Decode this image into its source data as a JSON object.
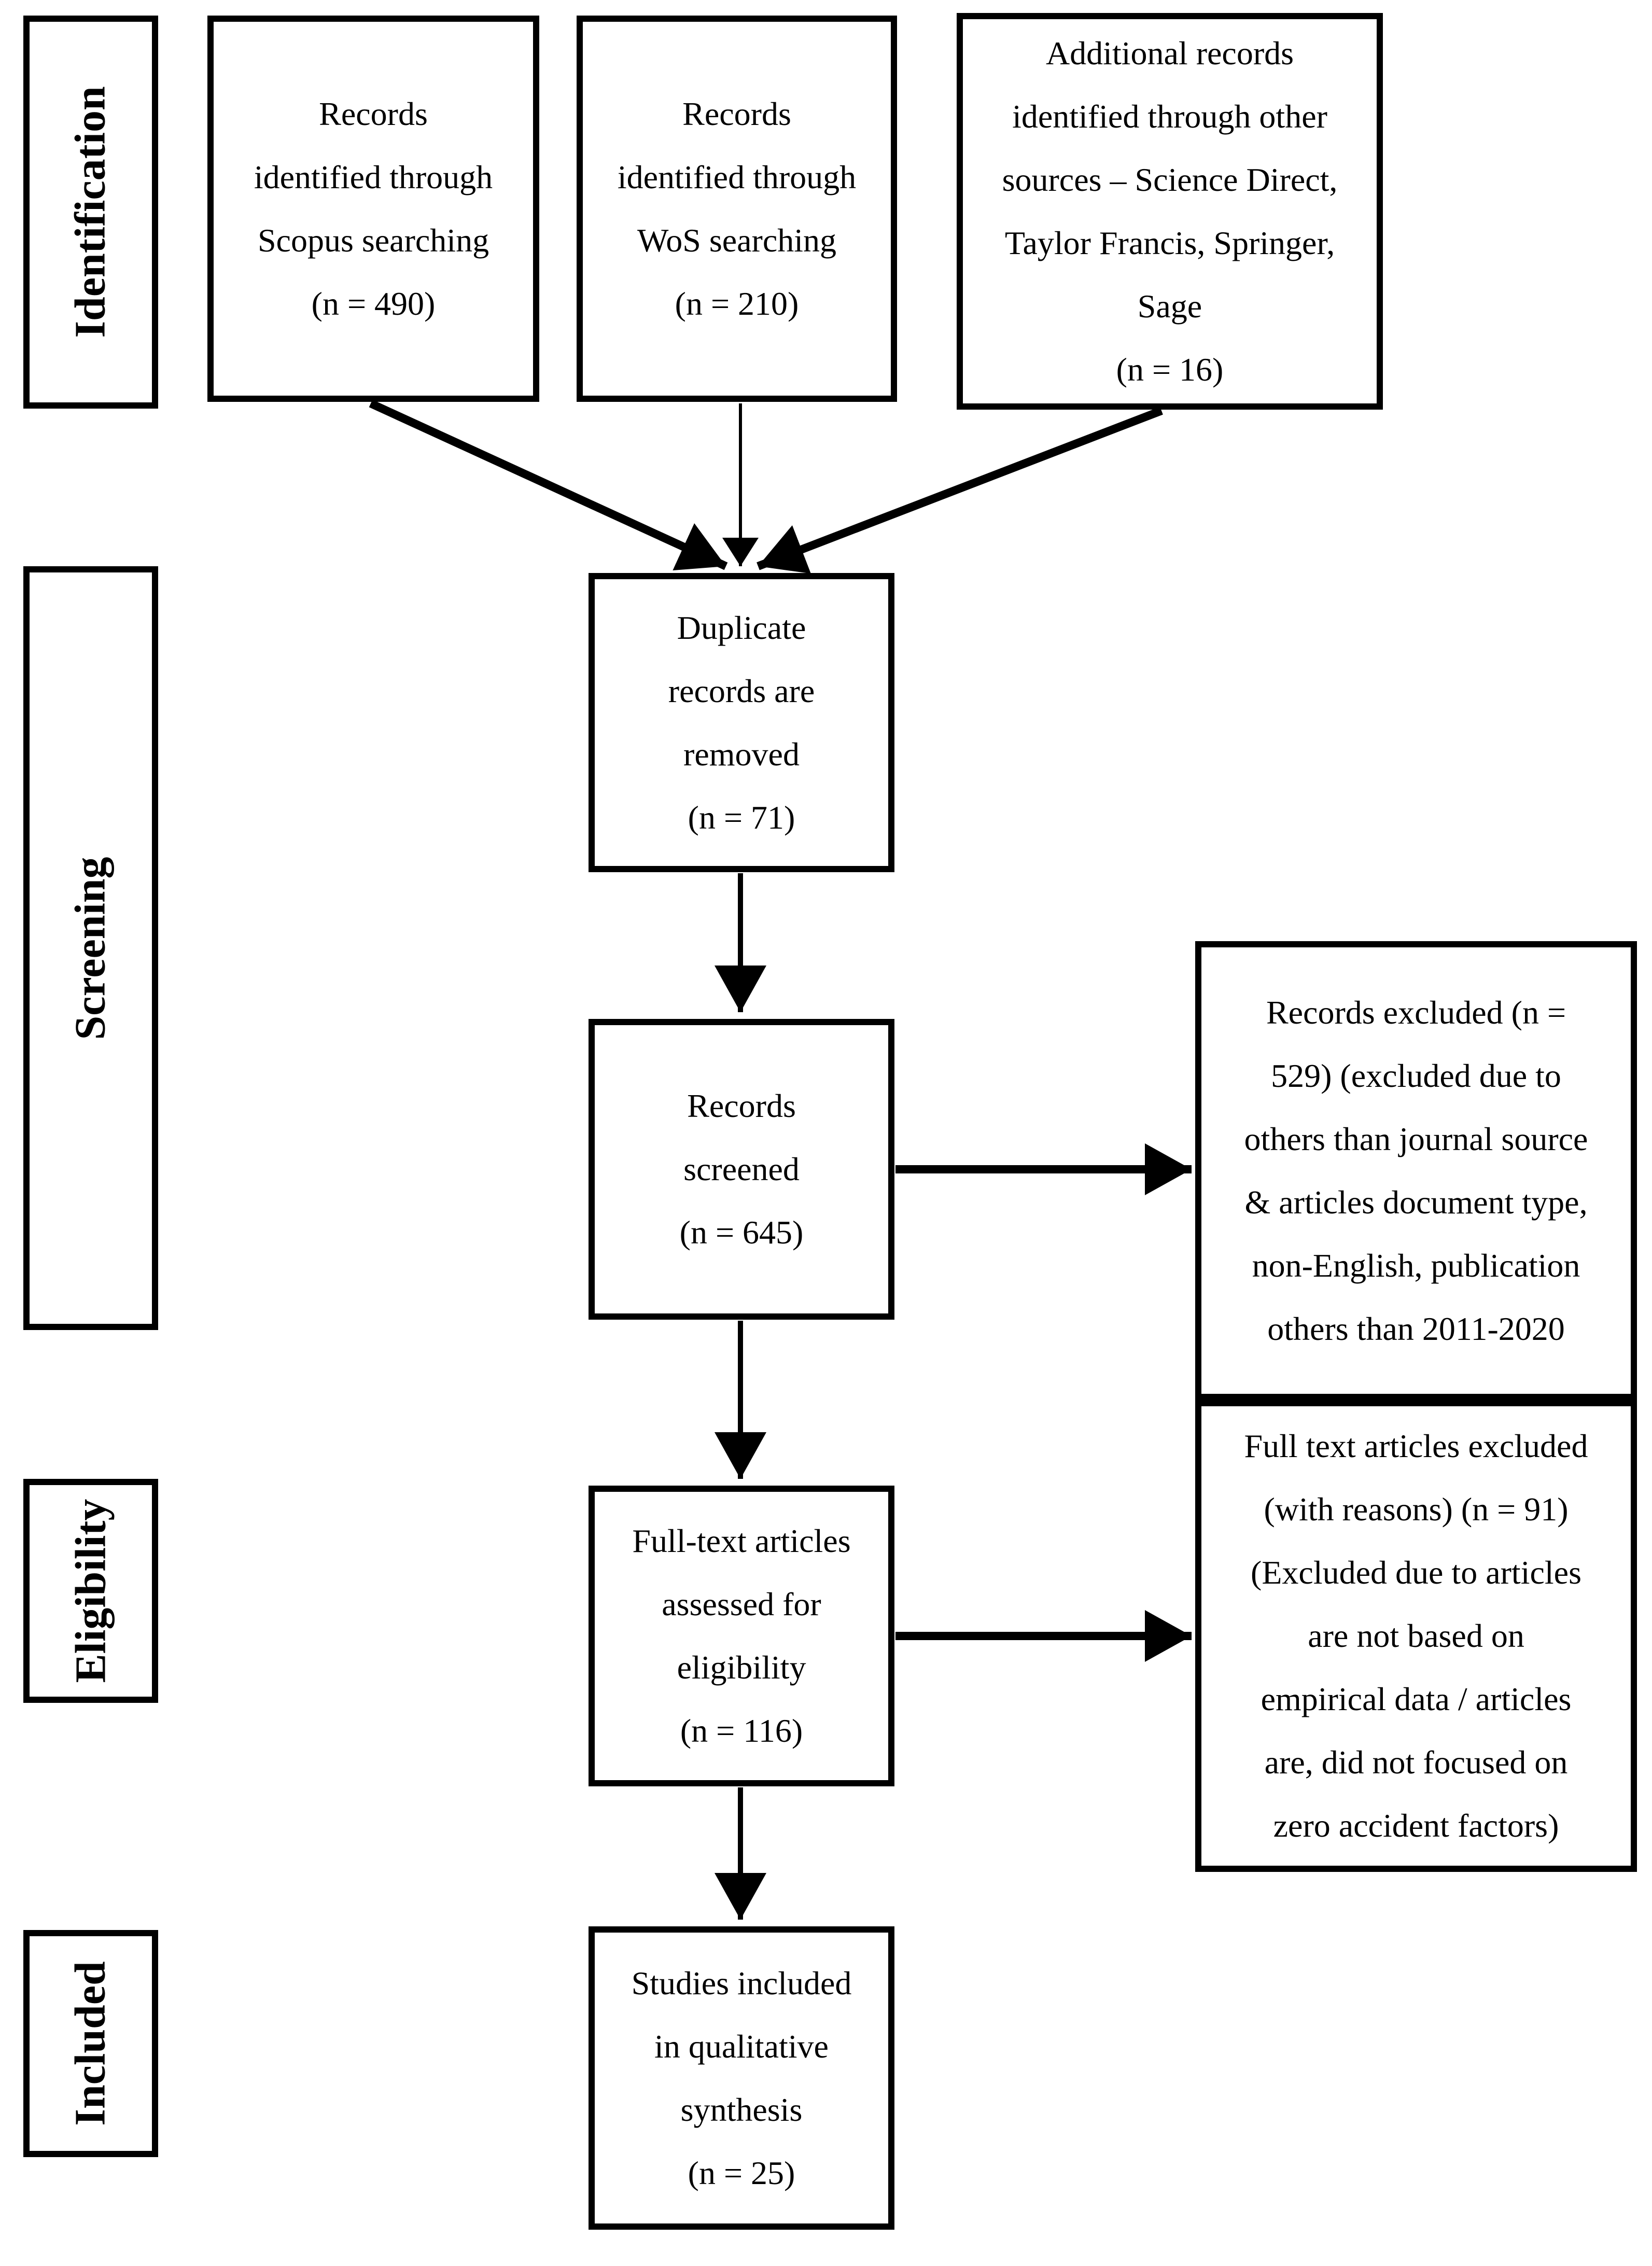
{
  "stages": {
    "identification": "Identification",
    "screening": "Screening",
    "eligibility": "Eligibility",
    "included": "Included"
  },
  "boxes": {
    "scopus": "Records\nidentified through\nScopus searching\n(n = 490)",
    "wos": "Records\nidentified through\nWoS searching\n(n = 210)",
    "other_sources": "Additional records\nidentified through other\nsources – Science Direct,\nTaylor Francis, Springer,\nSage\n(n = 16)",
    "duplicates_removed": "Duplicate\nrecords are\nremoved\n(n = 71)",
    "records_screened": "Records\nscreened\n(n = 645)",
    "records_excluded": "Records excluded (n =\n529) (excluded due to\nothers than journal source\n& articles document type,\nnon-English, publication\nothers than 2011-2020",
    "fulltext_assessed": "Full-text articles\nassessed for\neligibility\n(n = 116)",
    "fulltext_excluded": "Full text articles excluded\n(with reasons) (n = 91)\n(Excluded due to articles\nare not based on\nempirical data / articles\nare, did not focused on\nzero accident factors)",
    "studies_included": "Studies included\nin qualitative\nsynthesis\n(n = 25)"
  },
  "colors": {
    "line": "#000000",
    "background": "#ffffff",
    "text": "#000000"
  }
}
